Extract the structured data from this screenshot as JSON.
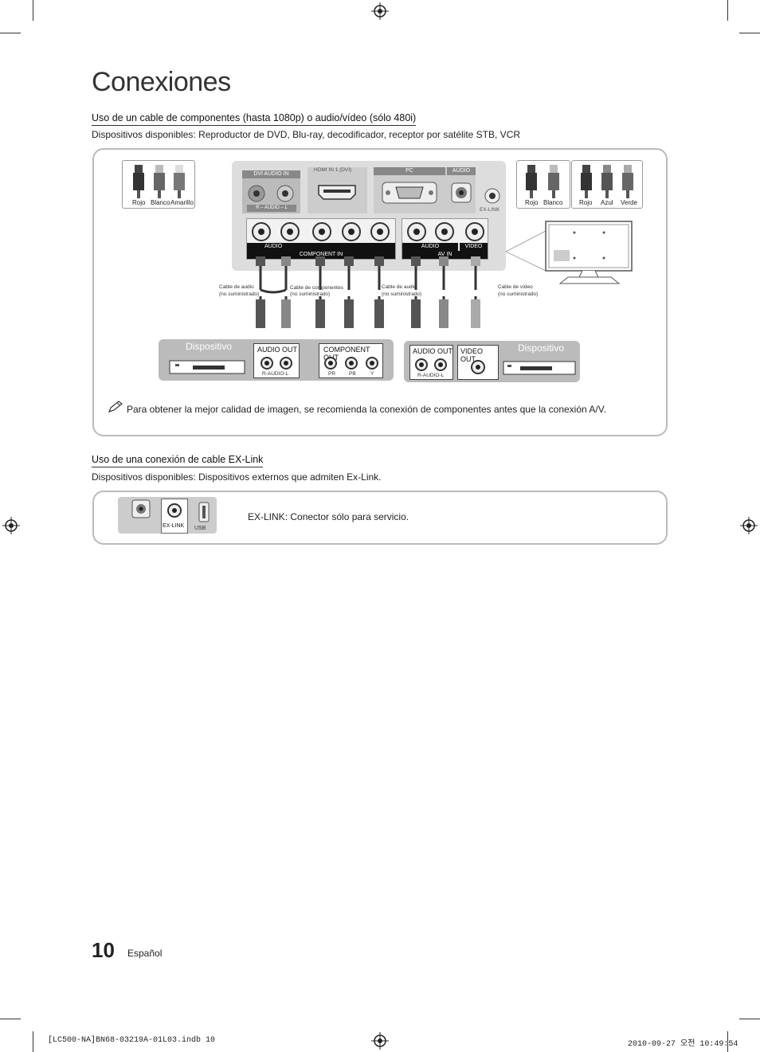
{
  "page": {
    "title": "Conexiones",
    "page_number": "10",
    "language": "Español"
  },
  "section1": {
    "heading": "Uso de un cable de componentes (hasta 1080p) o audio/vídeo (sólo 480i)",
    "devices": "Dispositivos disponibles: Reproductor de DVD, Blu-ray, decodificador, receptor por satélite STB, VCR",
    "note": "Para obtener la mejor calidad de imagen, se recomienda la conexión de componentes antes que la conexión A/V.",
    "plug_legend_left": [
      "Rojo",
      "Blanco",
      "Amarillo"
    ],
    "plug_legend_right_av": [
      "Rojo",
      "Blanco"
    ],
    "plug_legend_right_comp": [
      "Rojo",
      "Azul",
      "Verde"
    ],
    "panel": {
      "dvi_audio_in": "DVI AUDIO IN",
      "dvi_audio_sub": "R – AUDIO – L",
      "hdmi": "HDMI IN 1 (DVI)",
      "pc": "PC",
      "audio": "AUDIO",
      "exlink": "EX-LINK",
      "audio_label": "AUDIO",
      "component_in": "COMPONENT IN",
      "av_in": "AV IN",
      "video": "VIDEO"
    },
    "cables": {
      "audio_left": "Cable de audio",
      "audio_left_sub": "(no suministrado)",
      "component": "Cable de componentes",
      "component_sub": "(no suministrado)",
      "audio_right": "Cable de audio",
      "audio_right_sub": "(no suministrado)",
      "video": "Cable de vídeo",
      "video_sub": "(no suministrado)"
    },
    "device_left": {
      "label": "Dispositivo",
      "audio_out": "AUDIO OUT",
      "audio_sub": "R-AUDIO-L",
      "component_out": "COMPONENT OUT",
      "comp_sub": [
        "PR",
        "PB",
        "Y"
      ]
    },
    "device_right": {
      "label": "Dispositivo",
      "audio_out": "AUDIO OUT",
      "audio_sub": "R-AUDIO-L",
      "video_out": "VIDEO OUT"
    }
  },
  "section2": {
    "heading": "Uso de una conexión de cable EX-Link",
    "devices": "Dispositivos disponibles: Dispositivos externos que admiten Ex-Link.",
    "exlink_label": "EX-LINK",
    "exlink_text": ": Conector sólo para servicio.",
    "port_exlink": "EX-LINK",
    "port_usb": "USB"
  },
  "footer": {
    "file": "[LC500-NA]BN68-03219A-01L03.indb   10",
    "date": "2010-09-27   오전 10:49:54"
  }
}
